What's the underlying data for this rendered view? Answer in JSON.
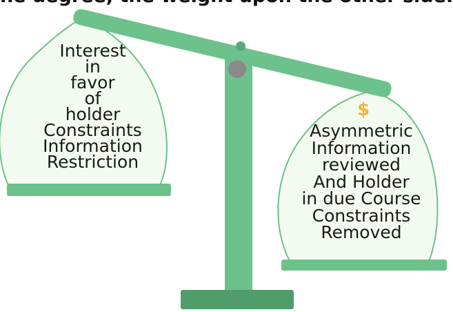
{
  "caption": "ne degree, the weight upon the other side.",
  "left_pan": {
    "lines": [
      "Interest",
      "in",
      "favor",
      "of",
      "holder",
      "Constraints",
      "Information",
      "Restriction"
    ]
  },
  "right_pan": {
    "symbol": "$",
    "lines": [
      "Asymmetric",
      "Information",
      "reviewed",
      "And Holder",
      "in due Course",
      "Constraints",
      "Removed"
    ]
  },
  "colors": {
    "scale_green": "#6cc28a",
    "scale_dark": "#4f9e6a",
    "pan_fill": "#eef7ea",
    "pan_outline": "#5cbb80",
    "pivot": "#8a8a8a",
    "dollar": "#f5b43a"
  }
}
